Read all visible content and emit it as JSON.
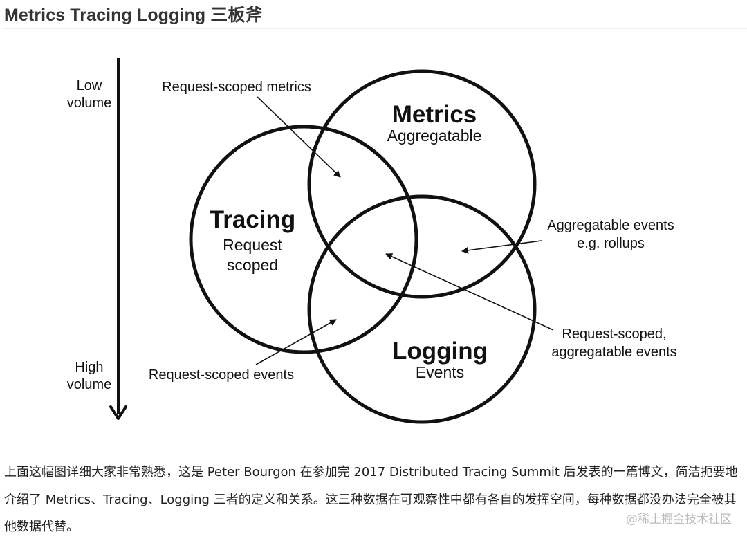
{
  "heading": "Metrics Tracing Logging 三板斧",
  "diagram": {
    "axis": {
      "top_label_line1": "Low",
      "top_label_line2": "volume",
      "bottom_label_line1": "High",
      "bottom_label_line2": "volume"
    },
    "circles": {
      "metrics": {
        "title": "Metrics",
        "subtitle_line1": "Aggregatable"
      },
      "tracing": {
        "title": "Tracing",
        "subtitle_line1": "Request",
        "subtitle_line2": "scoped"
      },
      "logging": {
        "title": "Logging",
        "subtitle_line1": "Events"
      }
    },
    "annotations": {
      "request_scoped_metrics": "Request-scoped metrics",
      "aggregatable_events_line1": "Aggregatable events",
      "aggregatable_events_line2": "e.g. rollups",
      "request_scoped_aggregatable_line1": "Request-scoped,",
      "request_scoped_aggregatable_line2": "aggregatable events",
      "request_scoped_events": "Request-scoped events"
    }
  },
  "paragraph": "上面这幅图详细大家非常熟悉，这是 Peter Bourgon 在参加完 2017 Distributed Tracing Summit 后发表的一篇博文，简洁扼要地介绍了 Metrics、Tracing、Logging 三者的定义和关系。这三种数据在可观察性中都有各自的发挥空间，每种数据都没办法完全被其他数据代替。",
  "watermark": "@稀土掘金技术社区"
}
